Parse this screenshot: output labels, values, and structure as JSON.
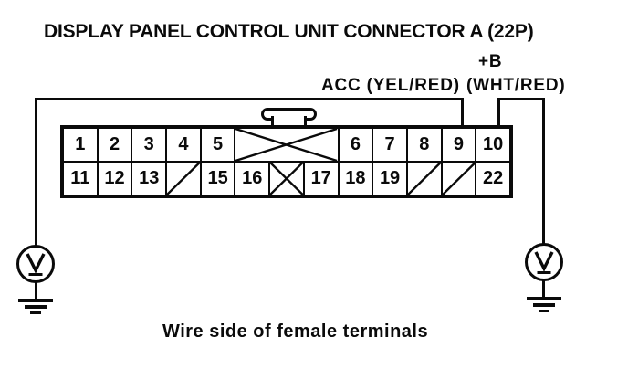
{
  "title": "DISPLAY PANEL CONTROL UNIT CONNECTOR A (22P)",
  "wires": {
    "acc_label": "ACC (YEL/RED)",
    "plus_b_label": "+B",
    "plus_b_color_label": "(WHT/RED)"
  },
  "connector": {
    "rows": [
      {
        "cells": [
          {
            "label": "1",
            "type": "pin"
          },
          {
            "label": "2",
            "type": "pin"
          },
          {
            "label": "3",
            "type": "pin"
          },
          {
            "label": "4",
            "type": "pin"
          },
          {
            "label": "5",
            "type": "pin"
          },
          {
            "label": "",
            "type": "blocked-x",
            "span": 3
          },
          {
            "label": "6",
            "type": "pin"
          },
          {
            "label": "7",
            "type": "pin"
          },
          {
            "label": "8",
            "type": "pin"
          },
          {
            "label": "9",
            "type": "pin"
          },
          {
            "label": "10",
            "type": "pin"
          }
        ]
      },
      {
        "cells": [
          {
            "label": "11",
            "type": "pin"
          },
          {
            "label": "12",
            "type": "pin"
          },
          {
            "label": "13",
            "type": "pin"
          },
          {
            "label": "",
            "type": "blocked-slash"
          },
          {
            "label": "15",
            "type": "pin"
          },
          {
            "label": "16",
            "type": "pin"
          },
          {
            "label": "",
            "type": "blocked-x"
          },
          {
            "label": "17",
            "type": "pin"
          },
          {
            "label": "18",
            "type": "pin"
          },
          {
            "label": "19",
            "type": "pin"
          },
          {
            "label": "",
            "type": "blocked-slash"
          },
          {
            "label": "",
            "type": "blocked-slash"
          },
          {
            "label": "22",
            "type": "pin"
          }
        ]
      }
    ]
  },
  "caption": "Wire side of female terminals",
  "icons": {
    "left_probe": "voltmeter-icon",
    "right_probe": "voltmeter-icon",
    "left_ground": "ground-icon",
    "right_ground": "ground-icon"
  },
  "colors": {
    "ink": "#0a0a0a",
    "paper": "#ffffff"
  }
}
